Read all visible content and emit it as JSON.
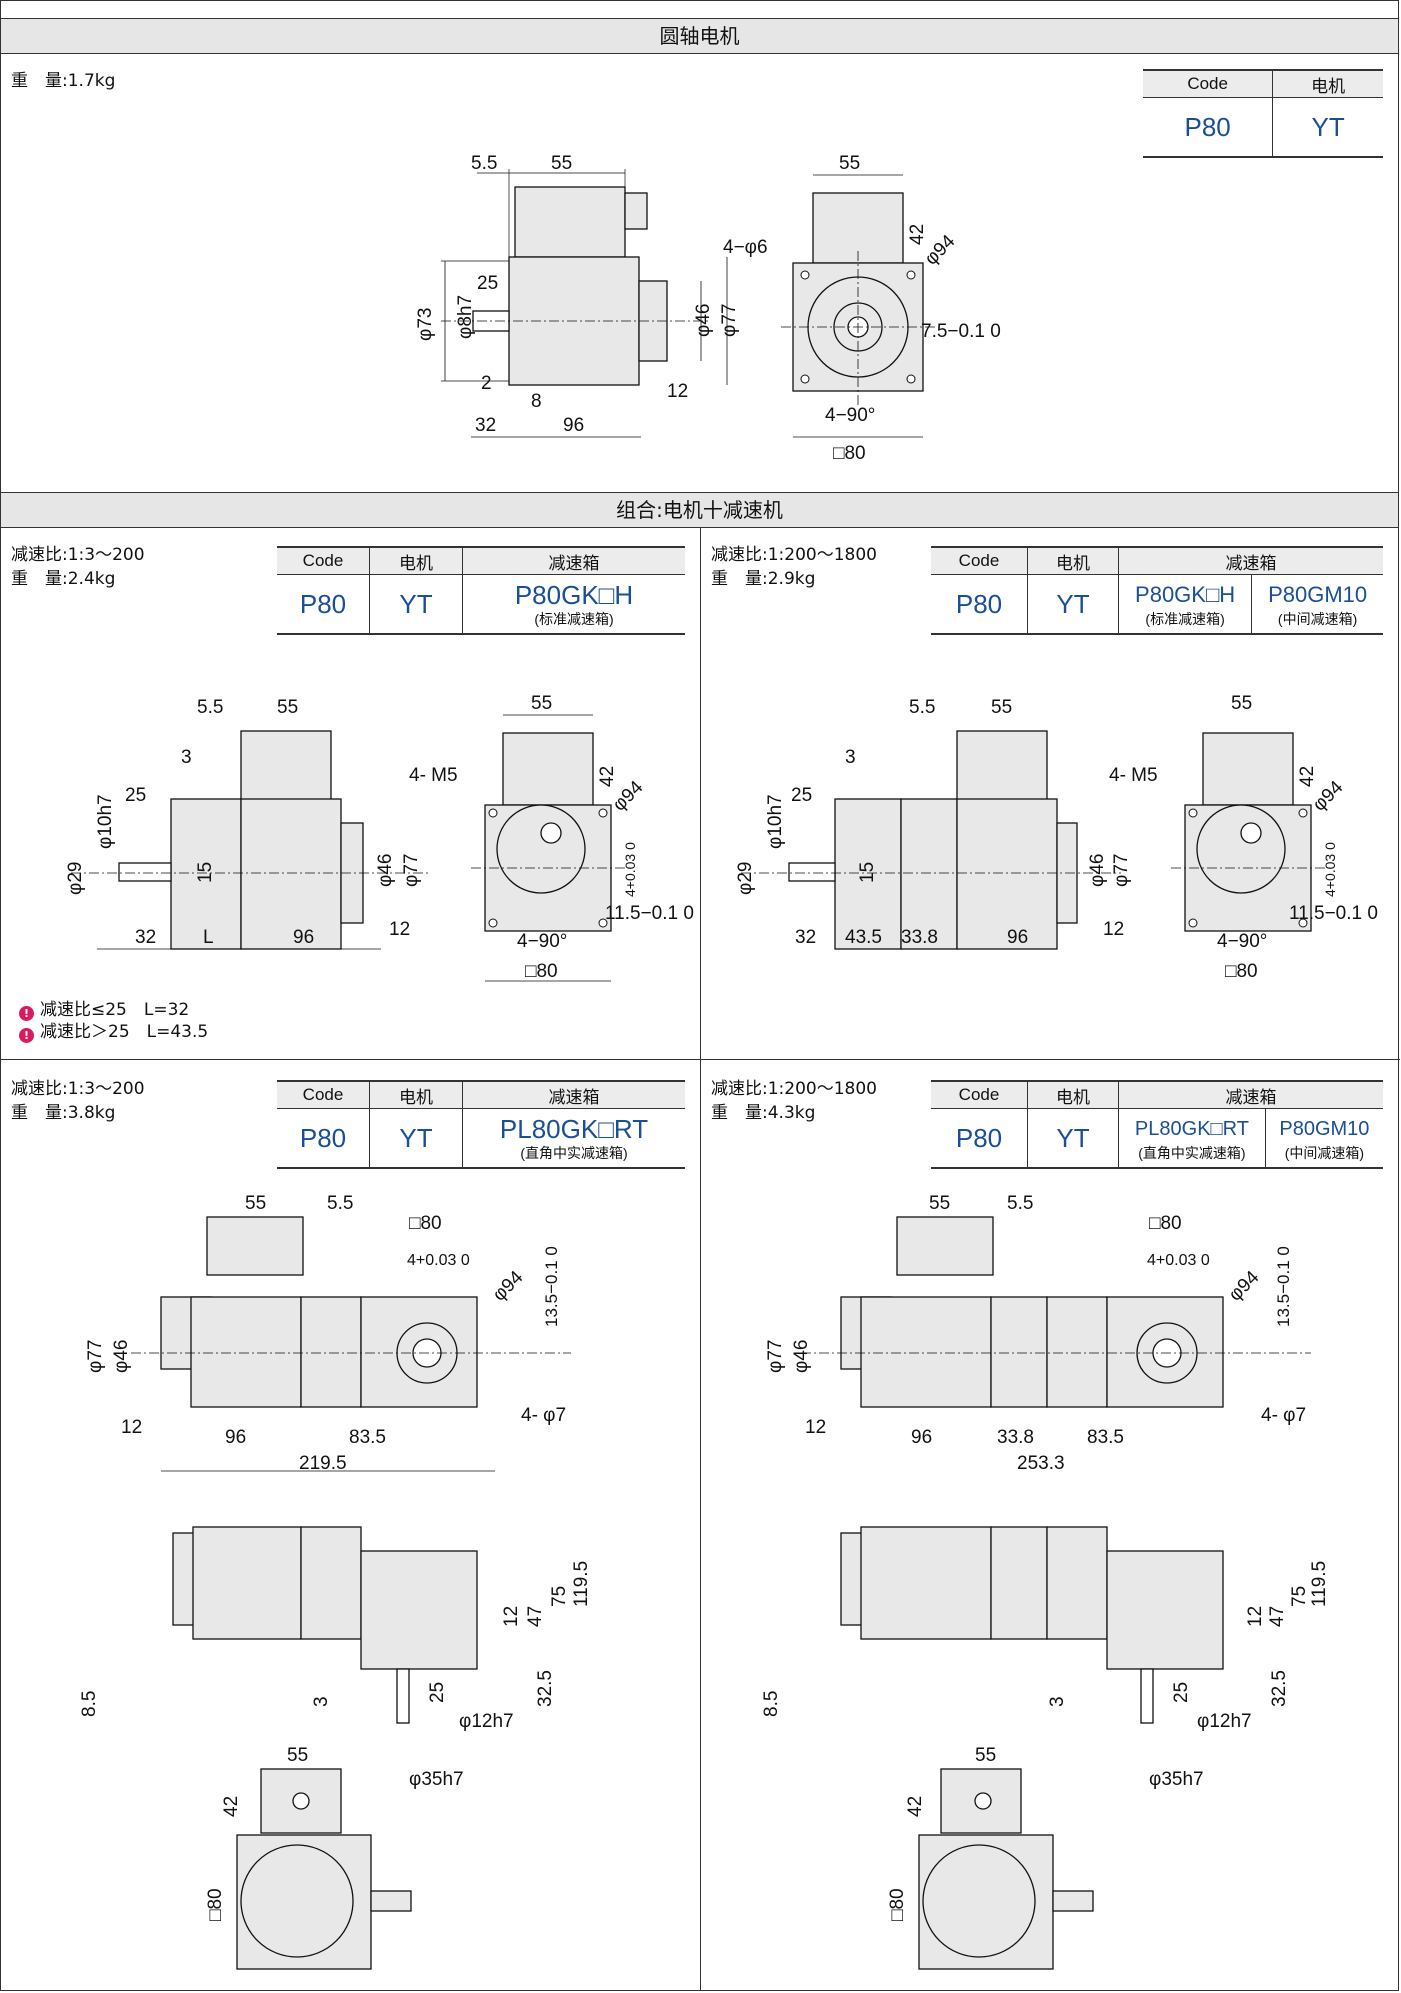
{
  "sections": {
    "motor": {
      "title": "圆轴电机",
      "weight": "重　量:1.7kg",
      "table": {
        "headers": [
          "Code",
          "电机"
        ],
        "row": [
          "P80",
          "YT"
        ]
      },
      "dims": {
        "d1": "5.5",
        "d2": "55",
        "d3": "25",
        "d4": "φ73",
        "d5": "φ8h7",
        "d6": "φ46",
        "d7": "φ77",
        "d8": "2",
        "d9": "8",
        "d10": "12",
        "d11": "32",
        "d12": "96",
        "f1": "55",
        "f2": "42",
        "f3": "4−φ6",
        "f4": "φ94",
        "f5": "7.5−0.1 0",
        "f6": "4−90°",
        "f7": "□80"
      }
    },
    "combo": {
      "title": "组合:电机十减速机",
      "panel_a": {
        "ratio": "减速比:1:3〜200",
        "weight": "重　量:2.4kg",
        "table": {
          "headers": [
            "Code",
            "电机",
            "减速箱"
          ],
          "row": [
            "P80",
            "YT"
          ],
          "gearbox": [
            {
              "model": "P80GK□H",
              "sub": "(标准减速箱)"
            }
          ]
        },
        "notes": [
          "减速比≤25　L=32",
          "减速比＞25　L=43.5"
        ],
        "dims": {
          "d1": "5.5",
          "d2": "55",
          "d3": "3",
          "d4": "φ10h7",
          "d5": "25",
          "d6": "φ29",
          "d7": "15",
          "d8": "φ46",
          "d9": "φ77",
          "d10": "12",
          "d11": "32",
          "d12": "L",
          "d13": "96",
          "f1": "55",
          "f2": "42",
          "f3": "4- M5",
          "f4": "φ94",
          "f5": "4+0.03 0",
          "f6": "11.5−0.1 0",
          "f7": "4−90°",
          "f8": "□80"
        }
      },
      "panel_b": {
        "ratio": "减速比:1:200〜1800",
        "weight": "重　量:2.9kg",
        "table": {
          "headers": [
            "Code",
            "电机",
            "减速箱"
          ],
          "row": [
            "P80",
            "YT"
          ],
          "gearbox": [
            {
              "model": "P80GK□H",
              "sub": "(标准减速箱)"
            },
            {
              "model": "P80GM10",
              "sub": "(中间减速箱)"
            }
          ]
        },
        "dims": {
          "d1": "5.5",
          "d2": "55",
          "d3": "3",
          "d4": "φ10h7",
          "d5": "25",
          "d6": "φ29",
          "d7": "15",
          "d8": "φ46",
          "d9": "φ77",
          "d10": "12",
          "d11": "32",
          "d12": "43.5",
          "d13": "33.8",
          "d14": "96",
          "f1": "55",
          "f2": "42",
          "f3": "4- M5",
          "f4": "φ94",
          "f5": "4+0.03 0",
          "f6": "11.5−0.1 0",
          "f7": "4−90°",
          "f8": "□80"
        }
      },
      "panel_c": {
        "ratio": "减速比:1:3〜200",
        "weight": "重　量:3.8kg",
        "table": {
          "headers": [
            "Code",
            "电机",
            "减速箱"
          ],
          "row": [
            "P80",
            "YT"
          ],
          "gearbox": [
            {
              "model": "PL80GK□RT",
              "sub": "(直角中实减速箱)"
            }
          ]
        },
        "dims": {
          "a1": "55",
          "a2": "5.5",
          "a3": "□80",
          "a4": "4+0.03 0",
          "a5": "φ94",
          "a6": "13.5−0.1 0",
          "a7": "φ77",
          "a8": "φ46",
          "a9": "12",
          "a10": "96",
          "a11": "83.5",
          "a12": "219.5",
          "a13": "4- φ7",
          "b1": "12",
          "b2": "47",
          "b3": "75",
          "b4": "119.5",
          "b5": "8.5",
          "b6": "3",
          "b7": "25",
          "b8": "32.5",
          "b9": "φ12h7",
          "b10": "φ35h7",
          "c1": "55",
          "c2": "42",
          "c3": "□80"
        }
      },
      "panel_d": {
        "ratio": "减速比:1:200〜1800",
        "weight": "重　量:4.3kg",
        "table": {
          "headers": [
            "Code",
            "电机",
            "减速箱"
          ],
          "row": [
            "P80",
            "YT"
          ],
          "gearbox": [
            {
              "model": "PL80GK□RT",
              "sub": "(直角中实减速箱)"
            },
            {
              "model": "P80GM10",
              "sub": "(中间减速箱)"
            }
          ]
        },
        "dims": {
          "a1": "55",
          "a2": "5.5",
          "a3": "□80",
          "a4": "4+0.03 0",
          "a5": "φ94",
          "a6": "13.5−0.1 0",
          "a7": "φ77",
          "a8": "φ46",
          "a9": "12",
          "a10": "96",
          "a11": "33.8",
          "a12": "83.5",
          "a13": "253.3",
          "a14": "4- φ7",
          "b1": "12",
          "b2": "47",
          "b3": "75",
          "b4": "119.5",
          "b5": "8.5",
          "b6": "3",
          "b7": "25",
          "b8": "32.5",
          "b9": "φ12h7",
          "b10": "φ35h7",
          "c1": "55",
          "c2": "42",
          "c3": "□80"
        }
      }
    }
  }
}
